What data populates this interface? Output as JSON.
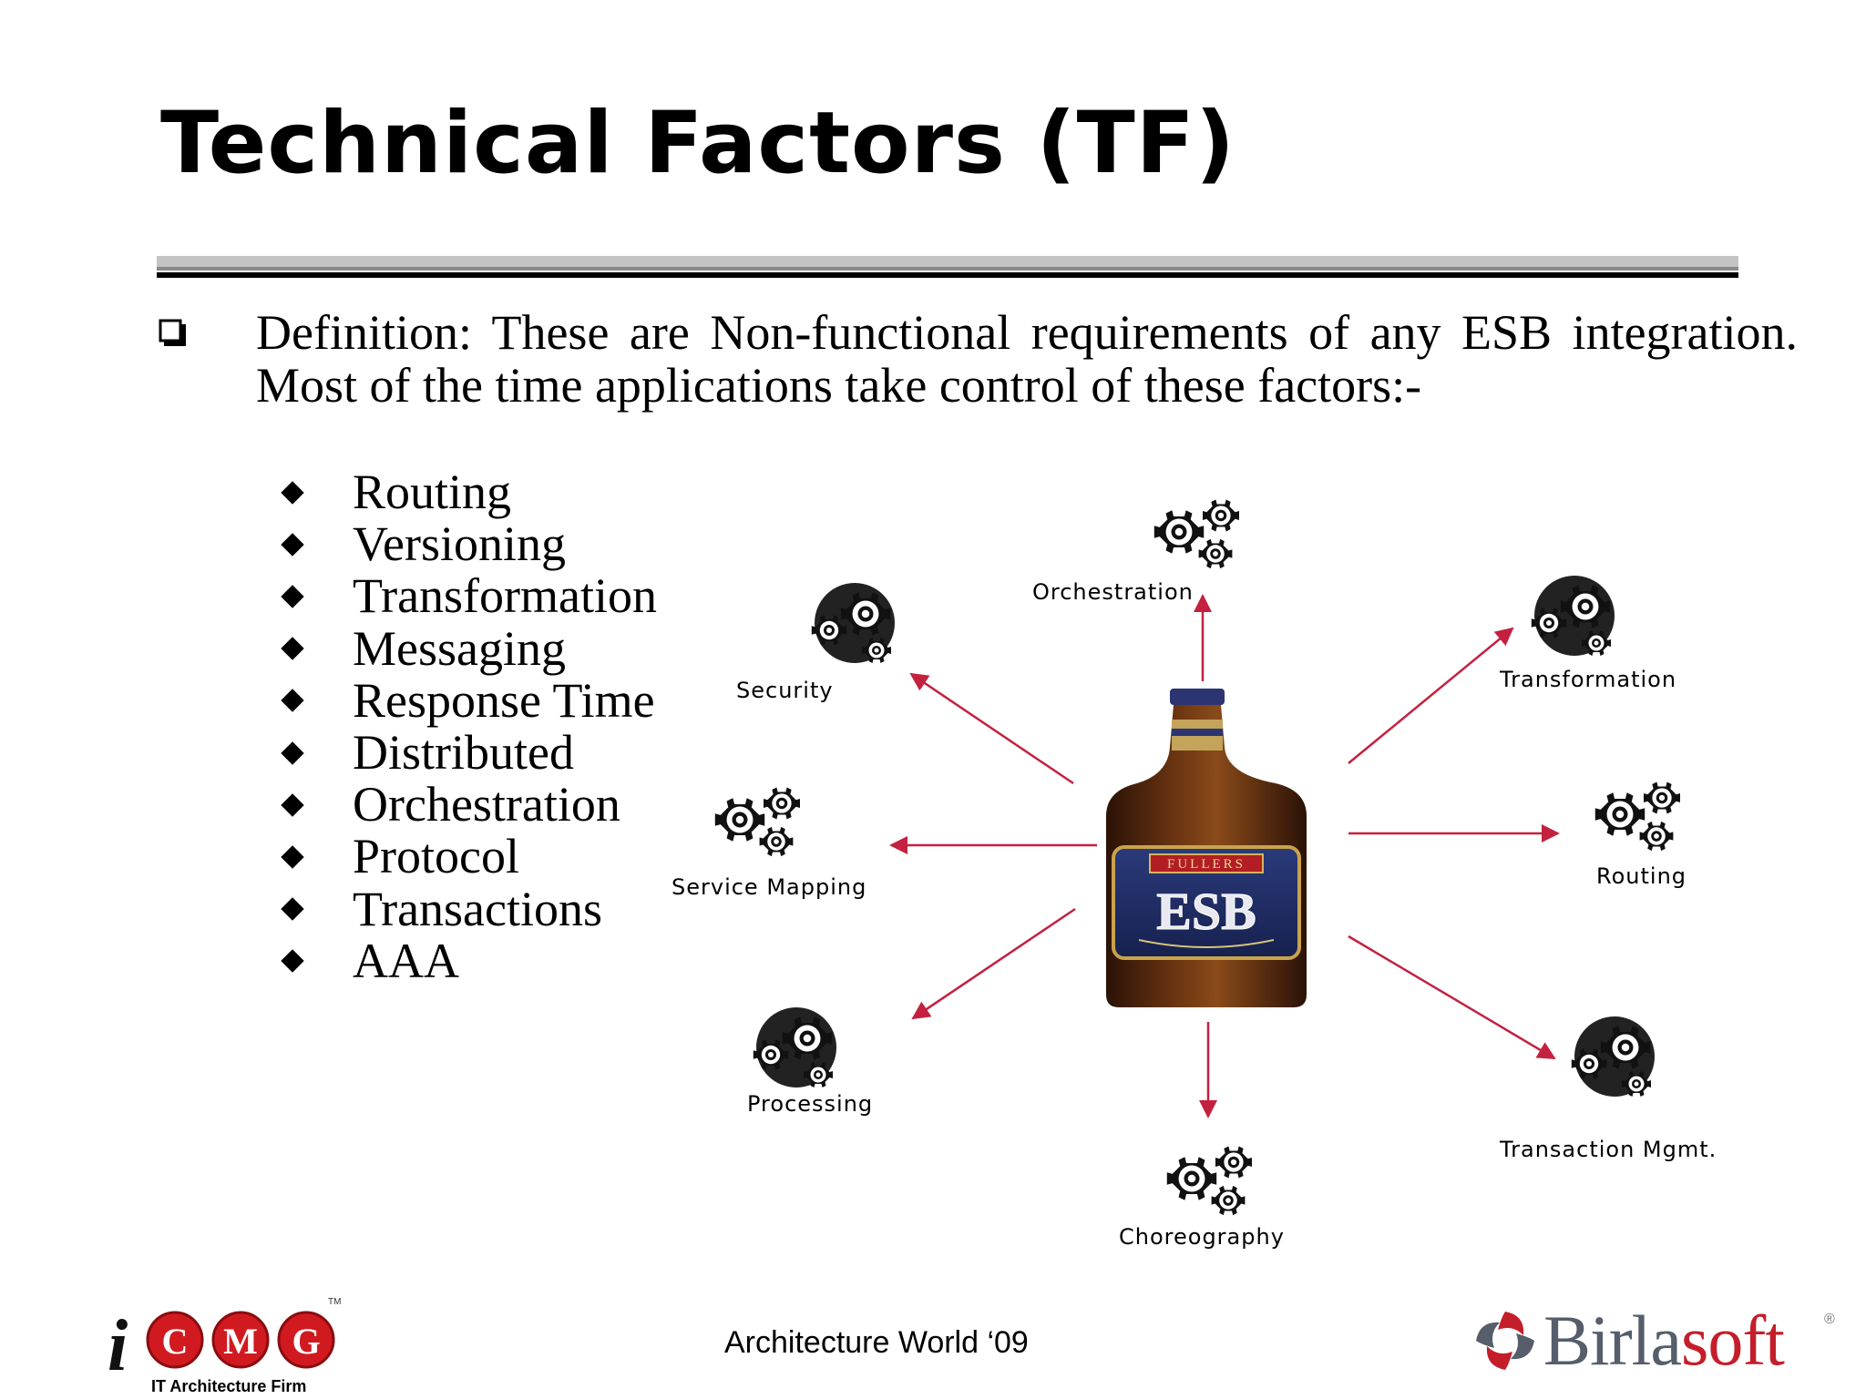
{
  "slide": {
    "title": "Technical Factors (TF)",
    "definition": "Definition: These are Non-functional requirements of any ESB integration. Most of the time applications take control of these factors:-",
    "factors": [
      "Routing",
      "Versioning",
      "Transformation",
      "Messaging",
      "Response Time",
      "Distributed",
      "Orchestration",
      "Protocol",
      "Transactions",
      "AAA"
    ]
  },
  "diagram": {
    "center_label": "ESB",
    "bottle_top_label": "FULLERS",
    "nodes": [
      {
        "id": "orchestration",
        "label": "Orchestration"
      },
      {
        "id": "security",
        "label": "Security"
      },
      {
        "id": "transformation",
        "label": "Transformation"
      },
      {
        "id": "service-mapping",
        "label": "Service Mapping"
      },
      {
        "id": "routing",
        "label": "Routing"
      },
      {
        "id": "processing",
        "label": "Processing"
      },
      {
        "id": "transaction-mgmt",
        "label": "Transaction Mgmt."
      },
      {
        "id": "choreography",
        "label": "Choreography"
      }
    ],
    "arrow_color": "#c3213f"
  },
  "footer": {
    "event": "Architecture World ‘09",
    "left_logo": {
      "i": "i",
      "letters": [
        "C",
        "M",
        "G"
      ],
      "tm": "TM",
      "tagline": "IT Architecture Firm"
    },
    "right_logo": {
      "part1": "Birla",
      "part2": "soft",
      "reg": "®"
    }
  },
  "colors": {
    "accent_red": "#c3213f",
    "logo_red": "#d11a20",
    "birla_grey": "#555e6a"
  }
}
